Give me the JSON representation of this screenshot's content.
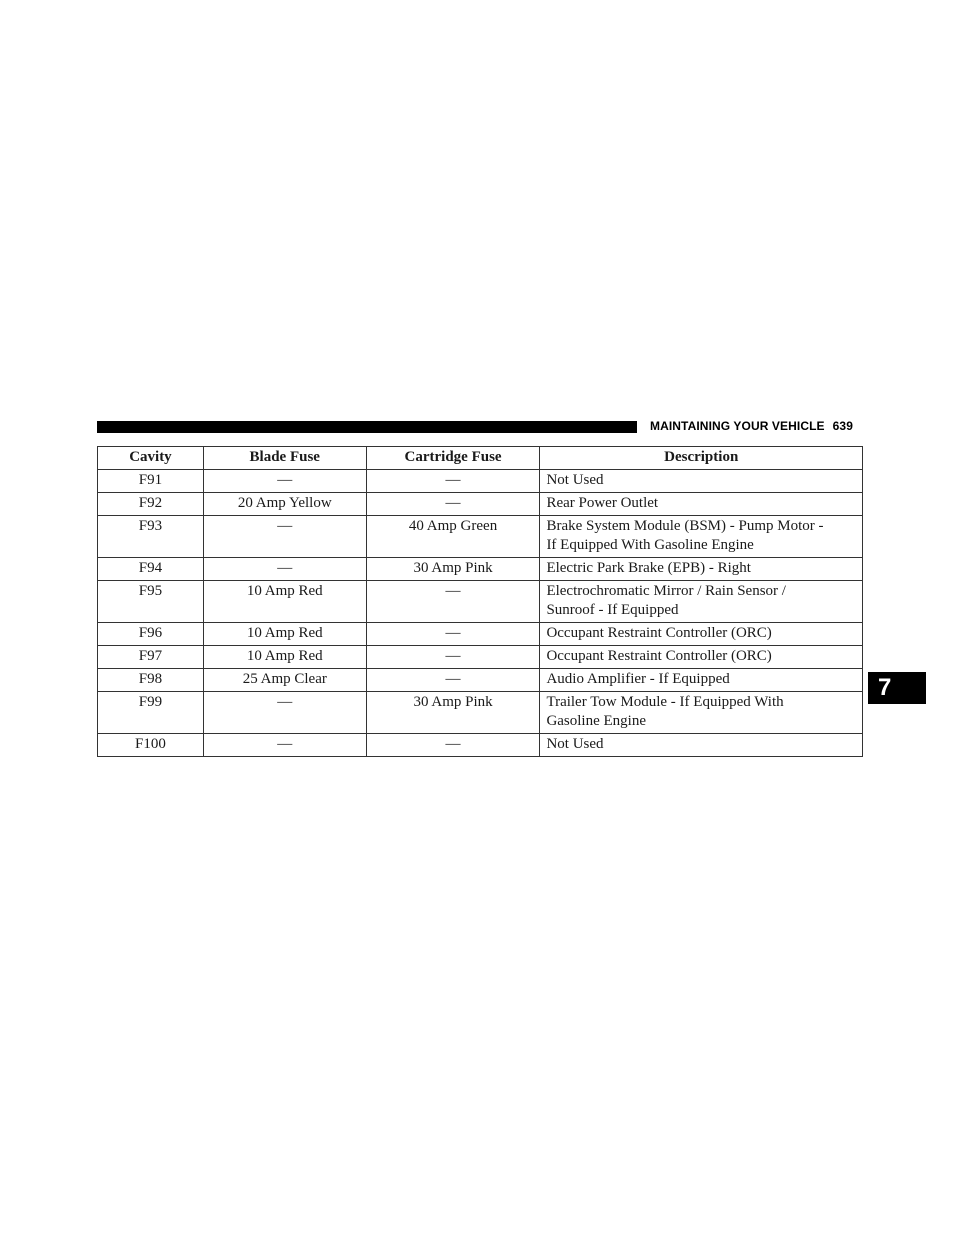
{
  "header": {
    "section_title": "MAINTAINING YOUR VEHICLE",
    "page_number": "639"
  },
  "chapter_tab": "7",
  "table": {
    "columns": [
      "Cavity",
      "Blade Fuse",
      "Cartridge Fuse",
      "Description"
    ],
    "rows": [
      {
        "cavity": "F91",
        "blade": "—",
        "cartridge": "—",
        "description": "Not Used"
      },
      {
        "cavity": "F92",
        "blade": "20 Amp Yellow",
        "cartridge": "—",
        "description": "Rear Power Outlet"
      },
      {
        "cavity": "F93",
        "blade": "—",
        "cartridge": "40 Amp Green",
        "description": "Brake System Module (BSM) - Pump Motor -",
        "description_cont": "If Equipped With Gasoline Engine"
      },
      {
        "cavity": "F94",
        "blade": "—",
        "cartridge": "30 Amp Pink",
        "description": "Electric Park Brake (EPB) - Right"
      },
      {
        "cavity": "F95",
        "blade": "10 Amp Red",
        "cartridge": "—",
        "description": "Electrochromatic Mirror / Rain Sensor /",
        "description_cont": "Sunroof - If Equipped"
      },
      {
        "cavity": "F96",
        "blade": "10 Amp Red",
        "cartridge": "—",
        "description": "Occupant Restraint Controller (ORC)"
      },
      {
        "cavity": "F97",
        "blade": "10 Amp Red",
        "cartridge": "—",
        "description": "Occupant Restraint Controller (ORC)"
      },
      {
        "cavity": "F98",
        "blade": "25 Amp Clear",
        "cartridge": "—",
        "description": "Audio Amplifier - If Equipped"
      },
      {
        "cavity": "F99",
        "blade": "—",
        "cartridge": "30 Amp Pink",
        "description": "Trailer Tow Module - If Equipped With",
        "description_cont": "Gasoline Engine"
      },
      {
        "cavity": "F100",
        "blade": "—",
        "cartridge": "—",
        "description": "Not Used"
      }
    ]
  }
}
